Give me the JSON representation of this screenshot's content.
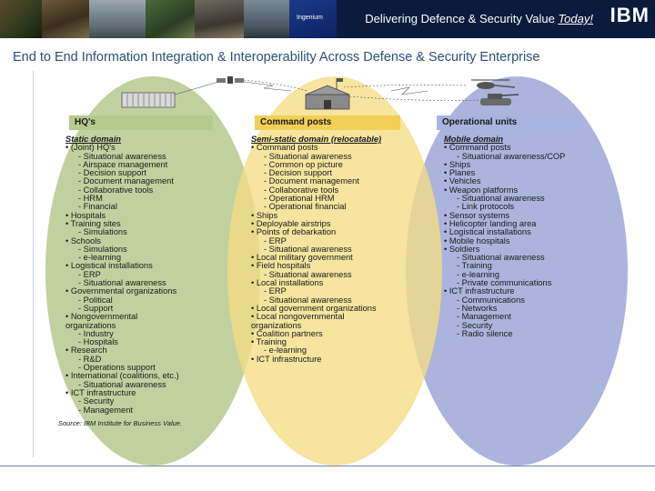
{
  "banner": {
    "tagline_prefix": "Delivering Defence & Security Value ",
    "tagline_emph": "Today!",
    "logo": "IBM",
    "photo_badge": "Ingenium"
  },
  "subtitle": "End to End Information Integration & Interoperability Across Defense & Security Enterprise",
  "colors": {
    "left_ellipse": "#b5c98e",
    "middle_ellipse": "#f4dc84",
    "right_ellipse": "#9da7d7",
    "left_header": "#b6ca8e",
    "middle_header": "#f2cf55",
    "right_header": "#a8b3df"
  },
  "columns": {
    "hq": {
      "header": "HQ's",
      "title": "Static domain",
      "items": [
        {
          "lvl": 1,
          "text": "•  (Joint) HQ's"
        },
        {
          "lvl": 2,
          "text": "-  Situational awareness"
        },
        {
          "lvl": 2,
          "text": "-  Airspace management"
        },
        {
          "lvl": 2,
          "text": "-  Decision support"
        },
        {
          "lvl": 2,
          "text": "-  Document management"
        },
        {
          "lvl": 2,
          "text": "-  Collaborative tools"
        },
        {
          "lvl": 2,
          "text": "-  HRM"
        },
        {
          "lvl": 2,
          "text": "-  Financial"
        },
        {
          "lvl": 1,
          "text": "•  Hospitals"
        },
        {
          "lvl": 1,
          "text": "•  Training sites"
        },
        {
          "lvl": 2,
          "text": "-  Simulations"
        },
        {
          "lvl": 1,
          "text": "•  Schools"
        },
        {
          "lvl": 2,
          "text": "-  Simulations"
        },
        {
          "lvl": 2,
          "text": "-  e-learning"
        },
        {
          "lvl": 1,
          "text": "•  Logistical installations"
        },
        {
          "lvl": 2,
          "text": "-  ERP"
        },
        {
          "lvl": 2,
          "text": "-  Situational awareness"
        },
        {
          "lvl": 1,
          "text": "•  Governmental organizations"
        },
        {
          "lvl": 2,
          "text": "-  Political"
        },
        {
          "lvl": 2,
          "text": "-  Support"
        },
        {
          "lvl": 1,
          "text": "•  Nongovernmental"
        },
        {
          "lvl": 1,
          "text": "    organizations"
        },
        {
          "lvl": 2,
          "text": "-  Industry"
        },
        {
          "lvl": 2,
          "text": "-  Hospitals"
        },
        {
          "lvl": 1,
          "text": "•  Research"
        },
        {
          "lvl": 2,
          "text": "-  R&D"
        },
        {
          "lvl": 2,
          "text": "-  Operations support"
        },
        {
          "lvl": 1,
          "text": "•  International (coalitions, etc.)"
        },
        {
          "lvl": 2,
          "text": "-  Situational awareness"
        },
        {
          "lvl": 1,
          "text": "•  ICT infrastructure"
        },
        {
          "lvl": 2,
          "text": "-  Security"
        },
        {
          "lvl": 2,
          "text": "-  Management"
        }
      ]
    },
    "command": {
      "header": "Command posts",
      "title": "Semi-static domain (relocatable)",
      "items": [
        {
          "lvl": 1,
          "text": "•  Command posts"
        },
        {
          "lvl": 2,
          "text": "-  Situational awareness"
        },
        {
          "lvl": 2,
          "text": "-  Common op picture"
        },
        {
          "lvl": 2,
          "text": "-  Decision support"
        },
        {
          "lvl": 2,
          "text": "-  Document management"
        },
        {
          "lvl": 2,
          "text": "-  Collaborative tools"
        },
        {
          "lvl": 2,
          "text": "-  Operational HRM"
        },
        {
          "lvl": 2,
          "text": "-  Operational financial"
        },
        {
          "lvl": 1,
          "text": "•  Ships"
        },
        {
          "lvl": 1,
          "text": "•  Deployable airstrips"
        },
        {
          "lvl": 1,
          "text": "•  Points of debarkation"
        },
        {
          "lvl": 2,
          "text": "-  ERP"
        },
        {
          "lvl": 2,
          "text": "-  Situational awareness"
        },
        {
          "lvl": 1,
          "text": "•  Local military government"
        },
        {
          "lvl": 1,
          "text": "•  Field hospitals"
        },
        {
          "lvl": 2,
          "text": "-  Situational awareness"
        },
        {
          "lvl": 1,
          "text": "•  Local installations"
        },
        {
          "lvl": 2,
          "text": "-  ERP"
        },
        {
          "lvl": 2,
          "text": "-  Situational awareness"
        },
        {
          "lvl": 1,
          "text": "•  Local government organizations"
        },
        {
          "lvl": 1,
          "text": "•  Local nongovernmental"
        },
        {
          "lvl": 1,
          "text": "    organizations"
        },
        {
          "lvl": 1,
          "text": "•  Coalition partners"
        },
        {
          "lvl": 1,
          "text": "•  Training"
        },
        {
          "lvl": 2,
          "text": "-  e-learning"
        },
        {
          "lvl": 1,
          "text": "•  ICT infrastructure"
        }
      ]
    },
    "operational": {
      "header": "Operational units",
      "title": "Mobile domain",
      "items": [
        {
          "lvl": 1,
          "text": "•  Command posts"
        },
        {
          "lvl": 2,
          "text": "-  Situational awareness/COP"
        },
        {
          "lvl": 1,
          "text": "•  Ships"
        },
        {
          "lvl": 1,
          "text": "•  Planes"
        },
        {
          "lvl": 1,
          "text": "•  Vehicles"
        },
        {
          "lvl": 1,
          "text": "•  Weapon platforms"
        },
        {
          "lvl": 2,
          "text": "-  Situational awareness"
        },
        {
          "lvl": 2,
          "text": "-  Link protocols"
        },
        {
          "lvl": 1,
          "text": "•  Sensor systems"
        },
        {
          "lvl": 1,
          "text": "•  Helicopter landing area"
        },
        {
          "lvl": 1,
          "text": "•  Logistical installations"
        },
        {
          "lvl": 1,
          "text": "•  Mobile hospitals"
        },
        {
          "lvl": 1,
          "text": "•  Soldiers"
        },
        {
          "lvl": 2,
          "text": "-  Situational awareness"
        },
        {
          "lvl": 2,
          "text": "-  Training"
        },
        {
          "lvl": 2,
          "text": "-  e-learning"
        },
        {
          "lvl": 2,
          "text": "-  Private communications"
        },
        {
          "lvl": 1,
          "text": "•  ICT infrastructure"
        },
        {
          "lvl": 2,
          "text": "-  Communications"
        },
        {
          "lvl": 2,
          "text": "-  Networks"
        },
        {
          "lvl": 2,
          "text": "-  Management"
        },
        {
          "lvl": 2,
          "text": "-  Security"
        },
        {
          "lvl": 2,
          "text": "-  Radio silence"
        }
      ]
    }
  },
  "source": "Source: IBM Institute for Business Value."
}
